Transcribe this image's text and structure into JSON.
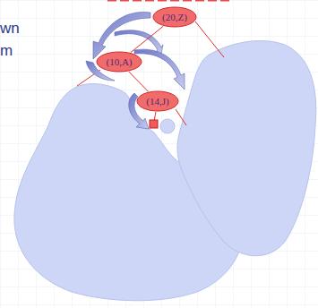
{
  "diagram": {
    "nodes": [
      {
        "text": [
          "(20,Z)"
        ]
      },
      {
        "text": [
          "(10,A)"
        ]
      },
      {
        "text": [
          "(14,J)"
        ]
      }
    ],
    "edges": [
      {
        "from": 0,
        "to": 1,
        "arrow": "none"
      },
      {
        "from": 1,
        "to": 2,
        "arrow": "none"
      }
    ],
    "labels": [
      "wn",
      "m"
    ]
  }
}
